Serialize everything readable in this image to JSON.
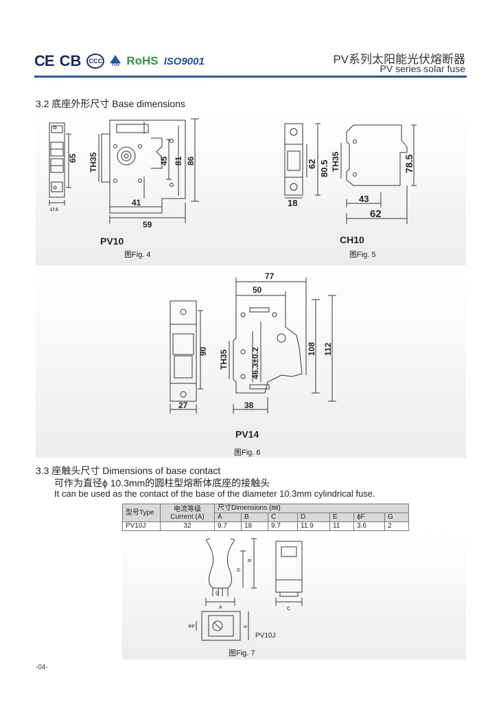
{
  "header": {
    "logos": {
      "ce": "CE",
      "cb": "CB",
      "ccc": "CCC",
      "tuv": "TÜV",
      "rohs": "RoHS",
      "iso": "ISO9001"
    },
    "title_cn": "PV系列太阳能光伏熔断器",
    "title_en": "PV series solar fuse",
    "rule_color": "#1f5aa6"
  },
  "section_32": {
    "number": "3.2",
    "title_cn": "底座外形尺寸",
    "title_en": "Base dimensions",
    "fig4": {
      "name": "PV10",
      "caption": "图Fig. 4",
      "dims": {
        "width_side": "17.5",
        "h_side": "65",
        "rail": "TH35",
        "h45": "45",
        "h81": "81",
        "h86": "86",
        "w41": "41",
        "w59": "59"
      }
    },
    "fig5": {
      "name": "CH10",
      "caption": "图Fig. 5",
      "dims": {
        "w18": "18",
        "h62": "62",
        "h805": "80.5",
        "rail": "TH35",
        "h785": "78.5",
        "w43": "43",
        "w62": "62"
      }
    },
    "fig6": {
      "name": "PV14",
      "caption": "图Fig. 6",
      "dims": {
        "w77": "77",
        "w50": "50",
        "h90": "90",
        "rail": "TH35",
        "h463": "46.3±0.2",
        "h108": "108",
        "h112": "112",
        "w27": "27",
        "w38": "38"
      }
    }
  },
  "section_33": {
    "number": "3.3",
    "title_cn": "座触头尺寸",
    "title_en": "Dimensions of base contact",
    "subtitle_cn": "可作为直径ϕ 10.3mm的圆柱型熔断体底座的接触头",
    "subtitle_en": "It can be used as the contact of the base of the diameter 10.3mm cylindrical fuse.",
    "table": {
      "h_type": "型号Type",
      "h_current_cn": "电流等级",
      "h_current_en": "Current (A)",
      "h_dims": "尺寸Dimensions (㎜)",
      "columns": [
        "A",
        "B",
        "C",
        "D",
        "E",
        "ϕF",
        "G"
      ],
      "rows": [
        {
          "type": "PV10J",
          "current": "32",
          "values": [
            "9.7",
            "18",
            "9.7",
            "11.9",
            "11",
            "3.6",
            "2"
          ]
        }
      ]
    },
    "fig7": {
      "caption": "图Fig. 7",
      "label": "PV10J",
      "letters": {
        "a": "A",
        "b": "B",
        "c": "C",
        "d": "D",
        "e": "E",
        "f": "ΦF",
        "g": "G"
      }
    }
  },
  "page_number": "-04-"
}
